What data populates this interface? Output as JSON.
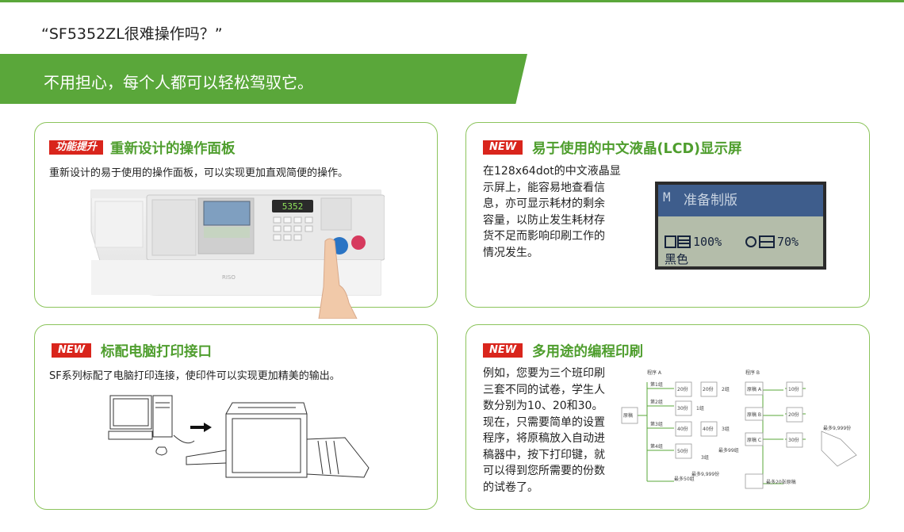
{
  "header": {
    "quote": "“SF5352ZL很难操作吗？”",
    "banner": "不用担心，每个人都可以轻松驾驭它。"
  },
  "cards": [
    {
      "tag": "功能提升",
      "title": "重新设计的操作面板",
      "desc": "重新设计的易于使用的操作面板，可以实现更加直观简便的操作。",
      "panel_display": "5352"
    },
    {
      "tag": "NEW",
      "title": "易于使用的中文液晶(LCD)显示屏",
      "lines": [
        "在128x64dot的中文液晶显",
        "示屏上，能容易地查看信",
        "息，亦可显示耗材的剩余",
        "容量，以防止发生耗材存",
        "货不足而影响印刷工作的",
        "情况发生。"
      ],
      "lcd": {
        "prefix": "M",
        "status": "准备制版",
        "ink": "100%",
        "master": "70%",
        "color": "黑色"
      }
    },
    {
      "tag": "NEW",
      "title": "标配电脑打印接口",
      "desc": "SF系列标配了电脑打印连接，使印件可以实现更加精美的输出。"
    },
    {
      "tag": "NEW",
      "title": "多用途的编程印刷",
      "lines": [
        "例如，您要为三个班印刷",
        "三套不同的试卷，学生人",
        "数分别为10、20和30。",
        "现在，只需要简单的设置",
        "程序，将原稿放入自动进",
        "稿器中，按下打印键，就",
        "可以得到您所需要的份数",
        "的试卷了。"
      ]
    }
  ],
  "diagram": {
    "prog_a": "程序 A",
    "prog_b": "程序 B",
    "original": "原稿",
    "groups": [
      "第1组",
      "第2组",
      "第3组",
      "第4组"
    ],
    "copies_a": [
      "20份",
      "20份",
      "30份",
      "40份",
      "40份",
      "50份"
    ],
    "sets_a": [
      "2组",
      "1组",
      "3组",
      "3组"
    ],
    "max_groups": "最多99组",
    "max_copies": "最多9,999份",
    "max_groups50": "最多50组",
    "originals_b": [
      "原稿 A",
      "原稿 B",
      "原稿 C"
    ],
    "copies_b": [
      "10份",
      "20份",
      "30份"
    ],
    "max_originals": "最多20张原稿",
    "max_copies_b": "最多9,999份"
  },
  "colors": {
    "accent": "#5aa73a",
    "tag": "#d9251c",
    "title": "#4f9e2e"
  }
}
